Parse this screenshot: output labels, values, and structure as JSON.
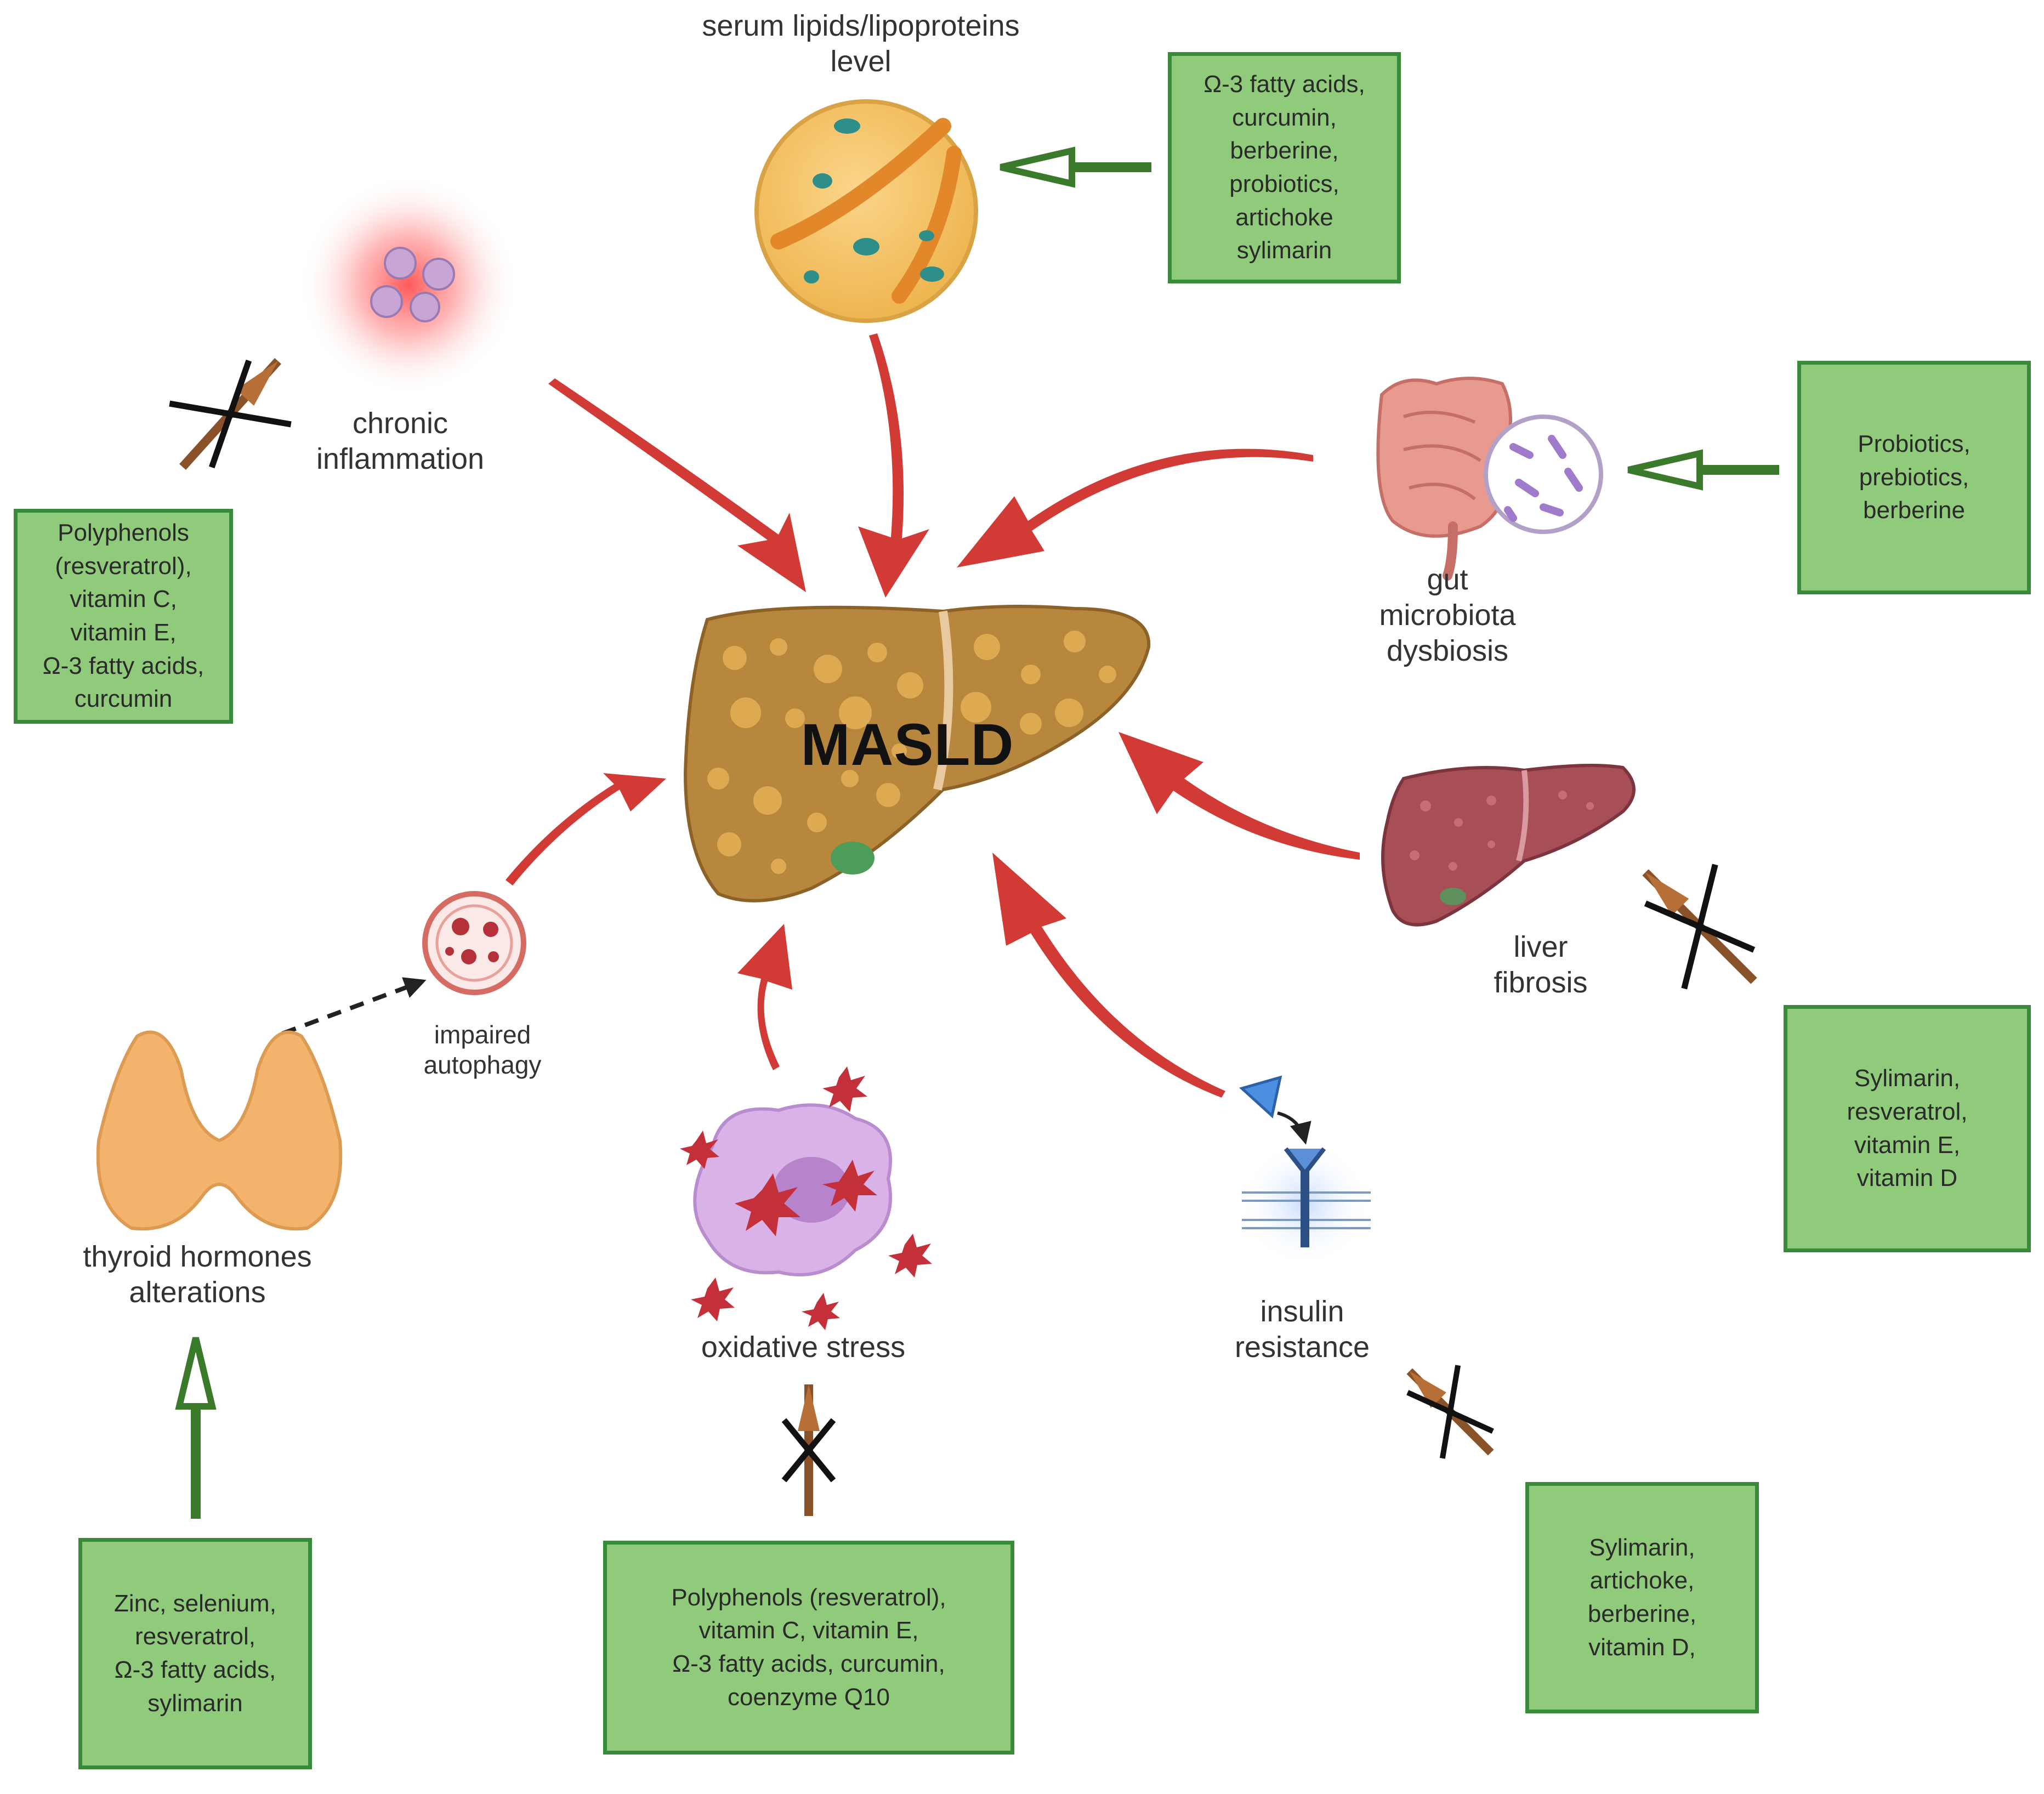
{
  "center": {
    "label": "MASLD"
  },
  "factors": {
    "serum_lipids": "serum lipids/lipoproteins\nlevel",
    "chronic_inflammation": "chronic\ninflammation",
    "gut_dysbiosis": "gut\nmicrobiota\ndysbiosis",
    "liver_fibrosis": "liver\nfibrosis",
    "impaired_autophagy": "impaired\nautophagy",
    "thyroid": "thyroid hormones\nalterations",
    "oxidative_stress": "oxidative stress",
    "insulin_resistance": "insulin\nresistance"
  },
  "interventions": {
    "lipids": "Ω-3 fatty acids,\ncurcumin,\nberberine,\nprobiotics,\nartichoke\nsylimarin",
    "inflammation": "Polyphenols\n(resveratrol),\nvitamin C,\nvitamin E,\nΩ-3 fatty acids,\ncurcumin",
    "gut": "Probiotics,\nprebiotics,\nberberine",
    "fibrosis": "Sylimarin,\nresveratrol,\nvitamin E,\nvitamin D",
    "thyroid": "Zinc, selenium,\nresveratrol,\nΩ-3 fatty acids,\nsylimarin",
    "oxidative": "Polyphenols (resveratrol),\nvitamin C, vitamin E,\nΩ-3 fatty acids, curcumin,\ncoenzyme Q10",
    "insulin": "Sylimarin,\nartichoke,\nberberine,\nvitamin D,"
  },
  "colors": {
    "arrow_red": "#d23a35",
    "arrow_green": "#3a7a2a",
    "box_fill": "#8fcb7a",
    "box_border": "#3a8a3c",
    "liver": "#b8873e",
    "liver_fibrotic": "#a84e56",
    "inhibitor_brown": "#8a5228"
  }
}
